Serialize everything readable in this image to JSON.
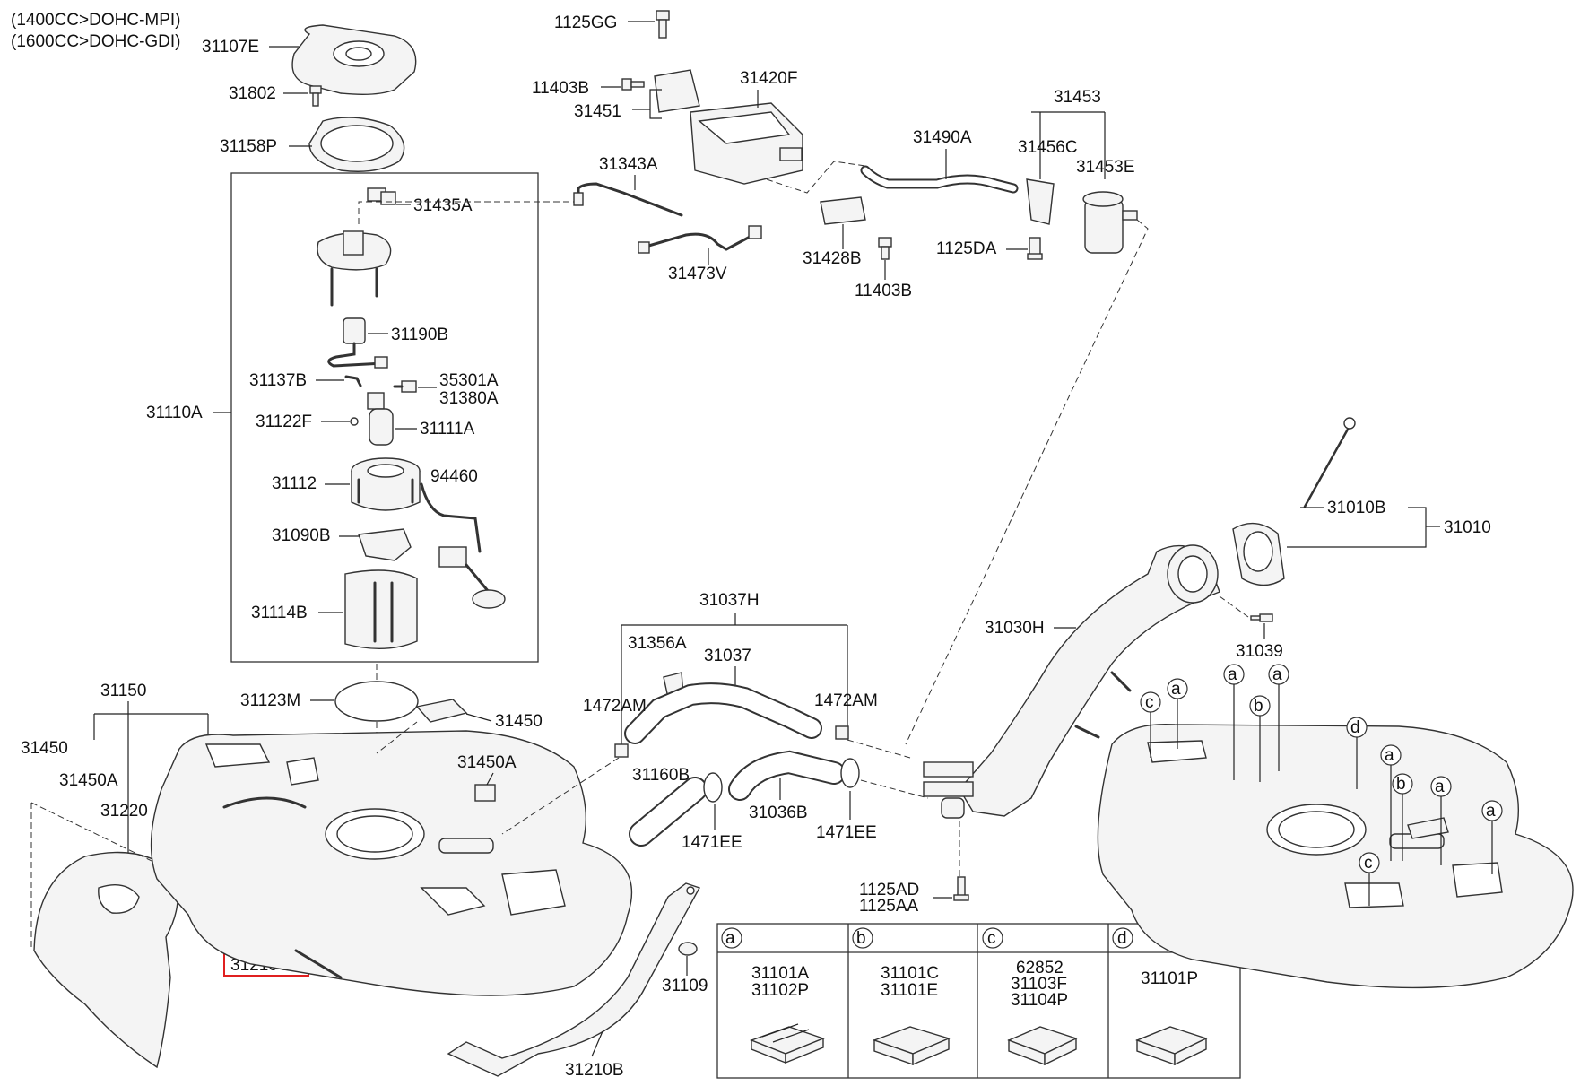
{
  "notes": [
    "(1400CC>DOHC-MPI)",
    "(1600CC>DOHC-GDI)"
  ],
  "labels": {
    "l31107E": "31107E",
    "l31802": "31802",
    "l31158P": "31158P",
    "l31435A": "31435A",
    "l31190B": "31190B",
    "l31137B": "31137B",
    "l35301A": "35301A",
    "l31380A": "31380A",
    "l31110A": "31110A",
    "l31122F": "31122F",
    "l31111A": "31111A",
    "l31112": "31112",
    "l94460": "94460",
    "l31090B": "31090B",
    "l31114B": "31114B",
    "l31123M": "31123M",
    "l31150": "31150",
    "l31450_left": "31450",
    "l31450A_left": "31450A",
    "l31220": "31220",
    "l31450_mid": "31450",
    "l31450A_mid": "31450A",
    "l31210C": "31210C",
    "l1125GG": "1125GG",
    "l11403B_top": "11403B",
    "l31451": "31451",
    "l31420F": "31420F",
    "l31343A": "31343A",
    "l31473V": "31473V",
    "l31428B": "31428B",
    "l11403B_bot": "11403B",
    "l31490A": "31490A",
    "l31453": "31453",
    "l31456C": "31456C",
    "l31453E": "31453E",
    "l1125DA": "1125DA",
    "l31037H": "31037H",
    "l31356A": "31356A",
    "l31037": "31037",
    "l1472AM_left": "1472AM",
    "l1472AM_right": "1472AM",
    "l31160B": "31160B",
    "l31036B": "31036B",
    "l1471EE_left": "1471EE",
    "l1471EE_right": "1471EE",
    "l31030H": "31030H",
    "l31010B": "31010B",
    "l31010": "31010",
    "l31039": "31039",
    "l1125AD": "1125AD",
    "l1125AA": "1125AA",
    "l31109": "31109",
    "l31210B": "31210B"
  },
  "callouts": [
    "a",
    "a",
    "a",
    "b",
    "a",
    "c",
    "d",
    "a",
    "b",
    "a",
    "a",
    "c"
  ],
  "legend": [
    {
      "letter": "a",
      "parts": [
        "31101A",
        "31102P"
      ]
    },
    {
      "letter": "b",
      "parts": [
        "31101C",
        "31101E"
      ]
    },
    {
      "letter": "c",
      "parts": [
        "62852",
        "31103F",
        "31104P"
      ]
    },
    {
      "letter": "d",
      "parts": [
        "31101P"
      ]
    }
  ],
  "colors": {
    "line": "#333333",
    "highlight": "#e02020",
    "fill": "#f4f4f4"
  }
}
